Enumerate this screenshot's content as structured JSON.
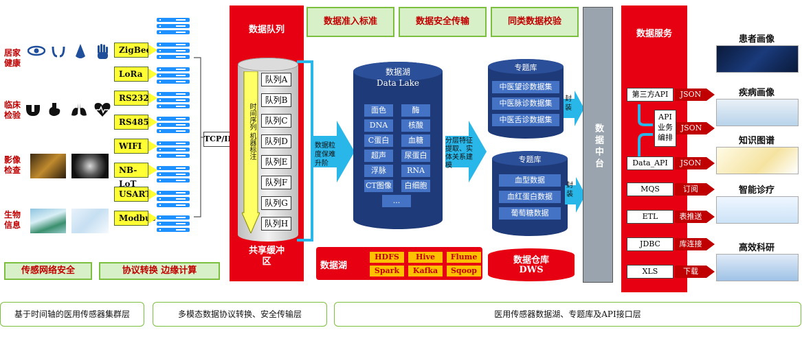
{
  "categories": [
    {
      "label": "居家\n健康"
    },
    {
      "label": "临床\n检验"
    },
    {
      "label": "影像\n检查"
    },
    {
      "label": "生物\n信息"
    }
  ],
  "protocols": [
    "ZigBee",
    "LoRa",
    "RS232",
    "RS485",
    "WIFI",
    "NB-LoT",
    "USART",
    "Modbus"
  ],
  "tcp": "TCP/IP",
  "left_footer": {
    "sensor_security": "传感网络安全",
    "protocol_edge": "协议转换 边缘计算"
  },
  "queue": {
    "title": "数据队列",
    "vertical_label": "时间序列 机器标注",
    "items": [
      "队列A",
      "队列B",
      "队列C",
      "队列D",
      "队列E",
      "队列F",
      "队列G",
      "队列H"
    ],
    "buffer": "共享缓冲\n区"
  },
  "top_headers": [
    "数据准入标准",
    "数据安全传输",
    "同类数据校验"
  ],
  "arrow1_label": "数据粒\n度保难\n升阶",
  "data_lake": {
    "title_cn": "数据湖",
    "title_en": "Data Lake",
    "cells": [
      "面色",
      "酶",
      "DNA",
      "核酸",
      "C蛋白",
      "血糖",
      "超声",
      "尿蛋白",
      "浮脉",
      "RNA",
      "CT图像",
      "白细胞",
      "..."
    ]
  },
  "lake_tools": {
    "label": "数据湖",
    "tools": [
      "HDFS",
      "Hive",
      "Flume",
      "Spark",
      "Kafka",
      "Sqoop"
    ]
  },
  "arrow2_label": "分层特征\n提取、实\n体关系建\n模",
  "topic_db1": {
    "title": "专题库",
    "items": [
      "中医望诊数据集",
      "中医脉诊数据集",
      "中医舌诊数据集"
    ]
  },
  "topic_db2": {
    "title": "专题库",
    "items": [
      "血型数据",
      "血红蛋白数据",
      "葡萄糖数据"
    ]
  },
  "package_label": "封\n装",
  "warehouse": {
    "title": "数据仓库",
    "sub": "DWS"
  },
  "data_platform": "数据中台",
  "service": {
    "title": "数据服务",
    "third_api": "第三方API",
    "api_orch": "API\n业务\n编排",
    "data_api": "Data_API",
    "rows": [
      {
        "src": "MQS",
        "act": "订阅"
      },
      {
        "src": "ETL",
        "act": "表推送"
      },
      {
        "src": "JDBC",
        "act": "库连接"
      },
      {
        "src": "XLS",
        "act": "下载"
      }
    ],
    "json": "JSON"
  },
  "outputs": [
    "患者画像",
    "疾病画像",
    "知识图谱",
    "智能诊疗",
    "高效科研"
  ],
  "bottom_layers": [
    "基于时间轴的医用传感器集群层",
    "多模态数据协议转换、安全传输层",
    "医用传感器数据湖、专题库及API接口层"
  ],
  "colors": {
    "red": "#e60012",
    "navy": "#1f3a78",
    "cyan": "#29b6e8",
    "yellow": "#ffff33",
    "green": "#d8f0c8"
  }
}
